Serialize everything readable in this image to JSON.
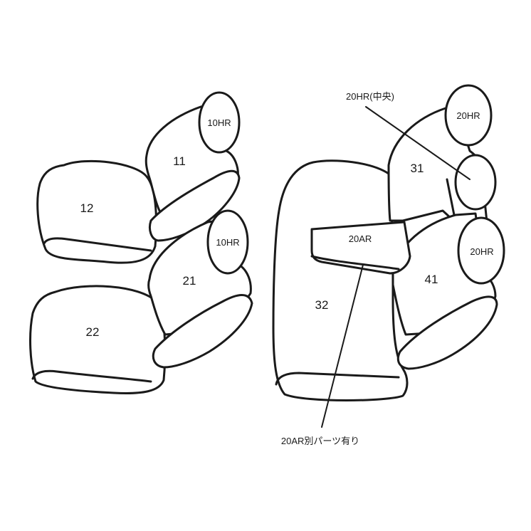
{
  "labels": {
    "part_11": "11",
    "part_12": "12",
    "part_21": "21",
    "part_22": "22",
    "part_31": "31",
    "part_32": "32",
    "part_41": "41",
    "headrest_front_upper": "10HR",
    "headrest_front_lower": "10HR",
    "headrest_rear_upper": "20HR",
    "headrest_rear_lower": "20HR",
    "armrest": "20AR",
    "callout_center_headrest": "20HR(中央)",
    "callout_armrest_note": "20AR別パーツ有り"
  },
  "colors": {
    "line": "#1a1a1a",
    "background": "#ffffff"
  }
}
